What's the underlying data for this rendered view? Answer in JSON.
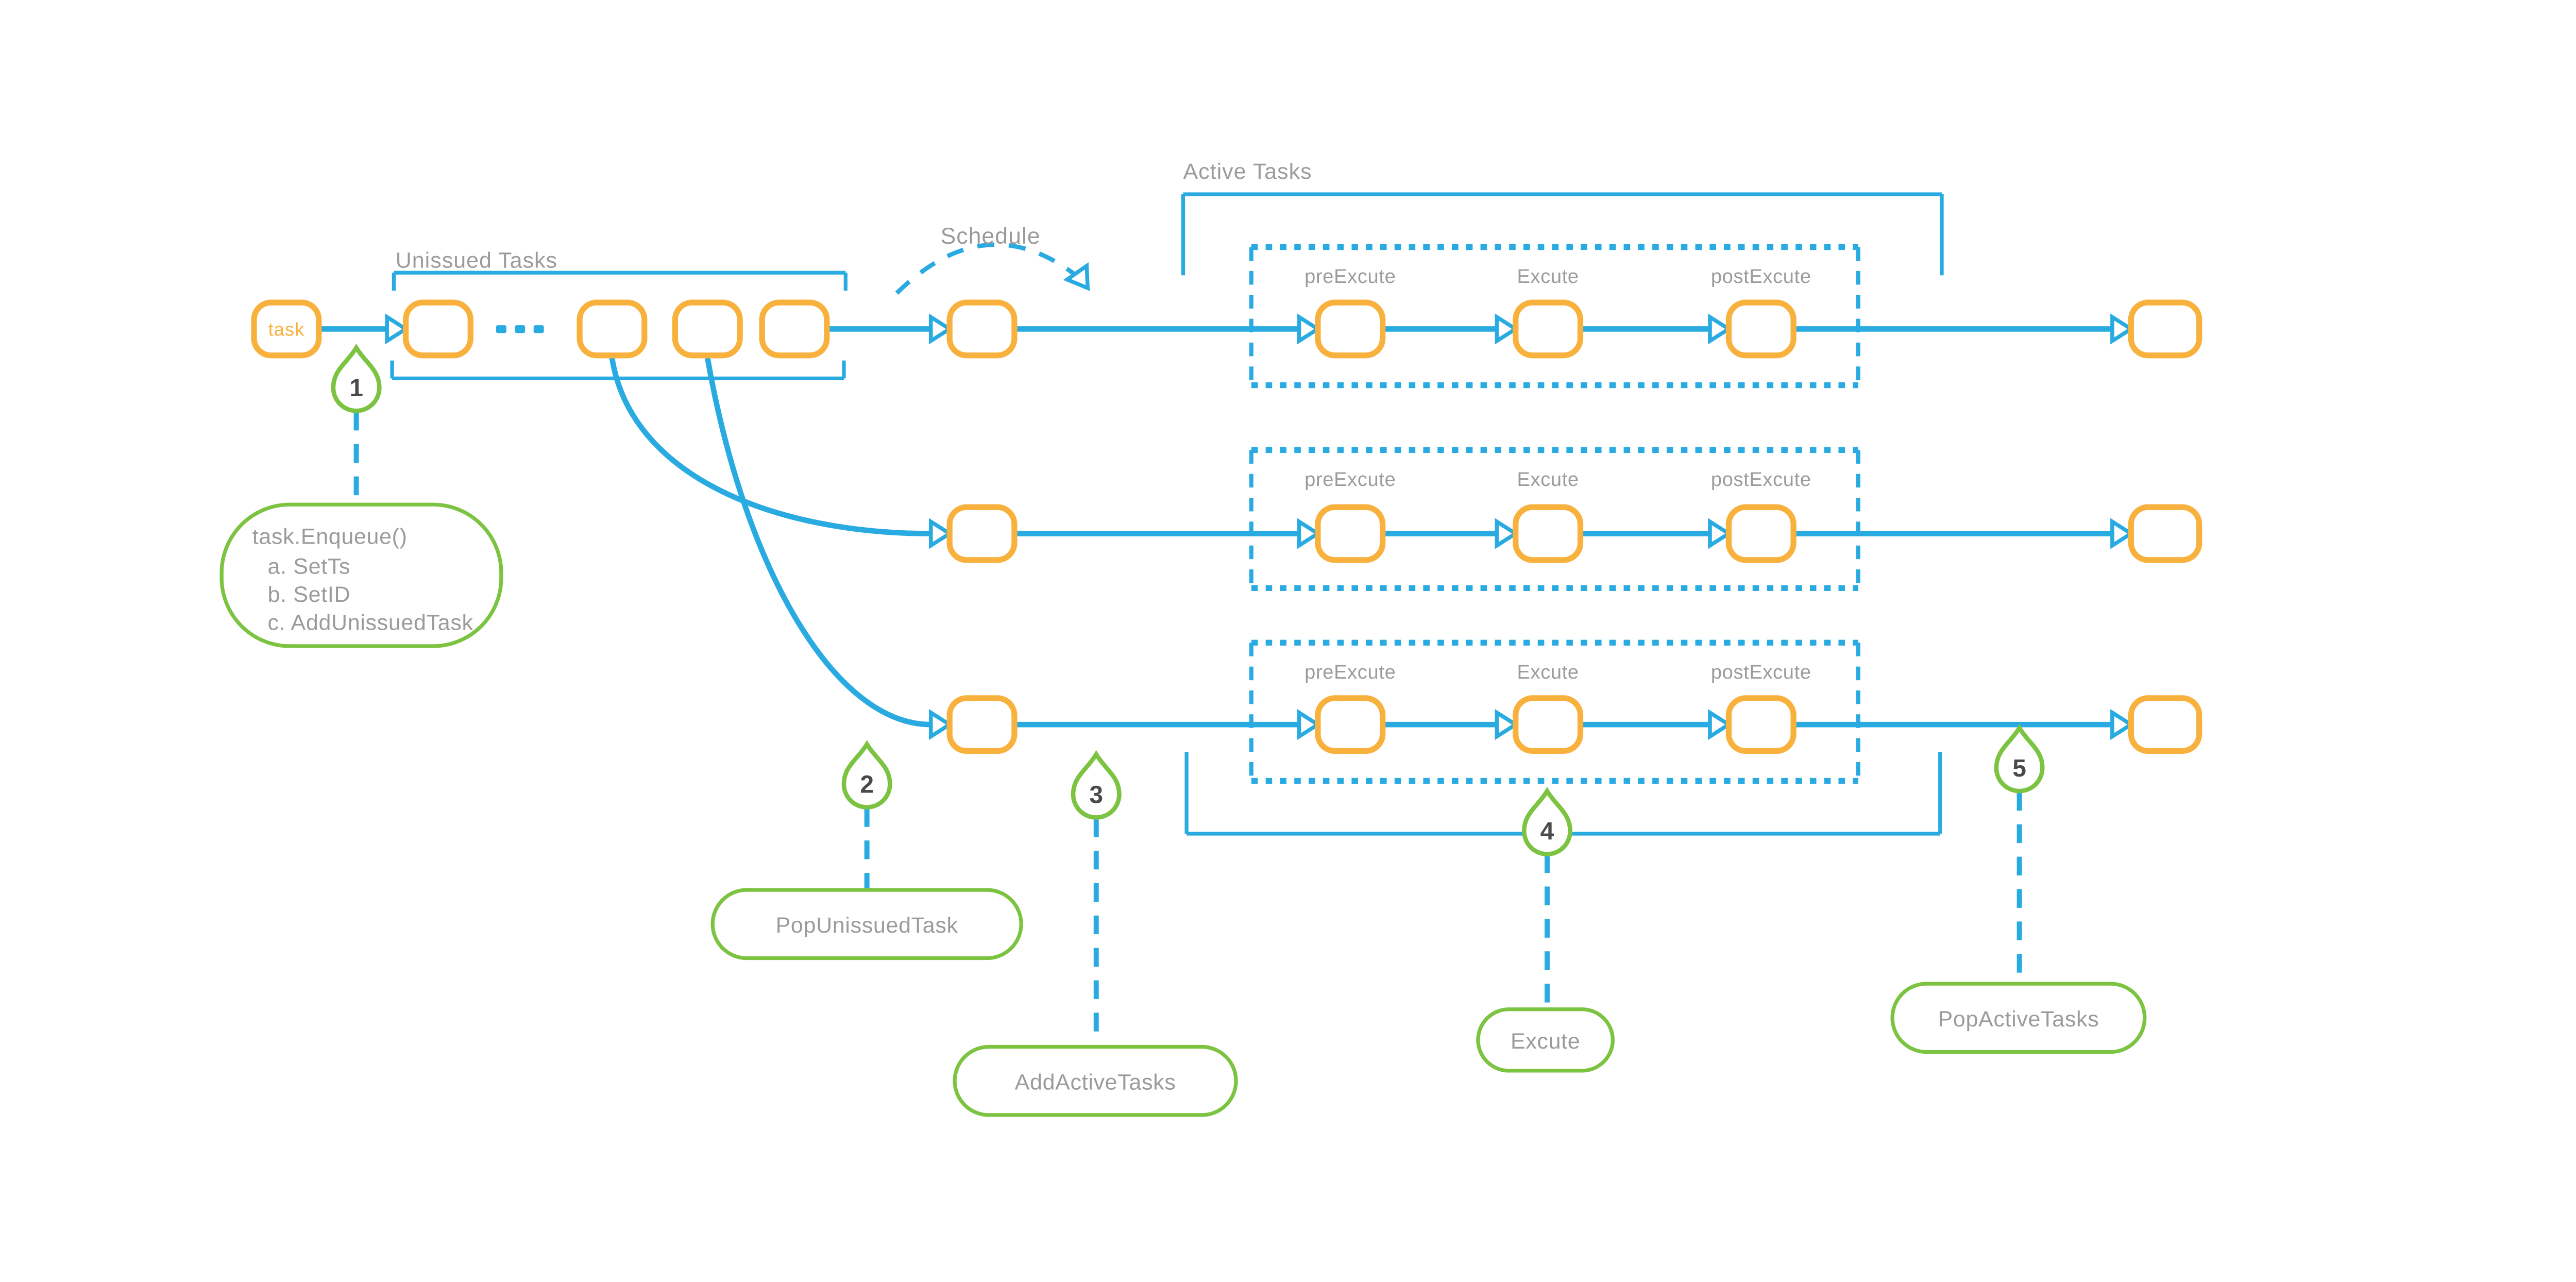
{
  "headers": {
    "unissued": "Unissued Tasks",
    "schedule": "Schedule",
    "active": "Active Tasks"
  },
  "task_node": {
    "label": "task"
  },
  "stage_labels": {
    "pre": "preExcute",
    "main": "Excute",
    "post": "postExcute"
  },
  "markers": [
    {
      "number": "1"
    },
    {
      "number": "2"
    },
    {
      "number": "3"
    },
    {
      "number": "4"
    },
    {
      "number": "5"
    }
  ],
  "callouts": {
    "enqueue": {
      "title": "task.Enqueue()",
      "items": [
        "a. SetTs",
        "b. SetID",
        "c. AddUnissuedTask"
      ]
    },
    "pop_unissued": "PopUnissuedTask",
    "add_active": "AddActiveTasks",
    "excute": "Excute",
    "pop_active": "PopActiveTasks"
  },
  "colors": {
    "node_orange": "#f9b13e",
    "flow_blue": "#29abe2",
    "callout_green": "#7cc342",
    "label_gray": "#9b9b9b",
    "number_gray": "#4a4a4a",
    "background": "#ffffff"
  }
}
